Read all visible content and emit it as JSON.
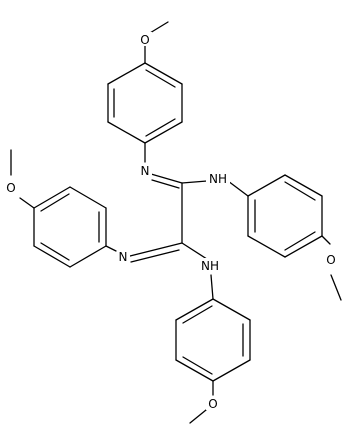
{
  "molecule": {
    "atoms": {
      "o_top": "O",
      "n_imine_top": "N",
      "nh_top": "NH",
      "o_left": "O",
      "n_imine_left": "N",
      "nh_bottom": "NH",
      "o_right": "O",
      "o_bottom": "O"
    }
  },
  "colors": {
    "bond": "#000000",
    "label": "#000000",
    "background": "#ffffff"
  }
}
